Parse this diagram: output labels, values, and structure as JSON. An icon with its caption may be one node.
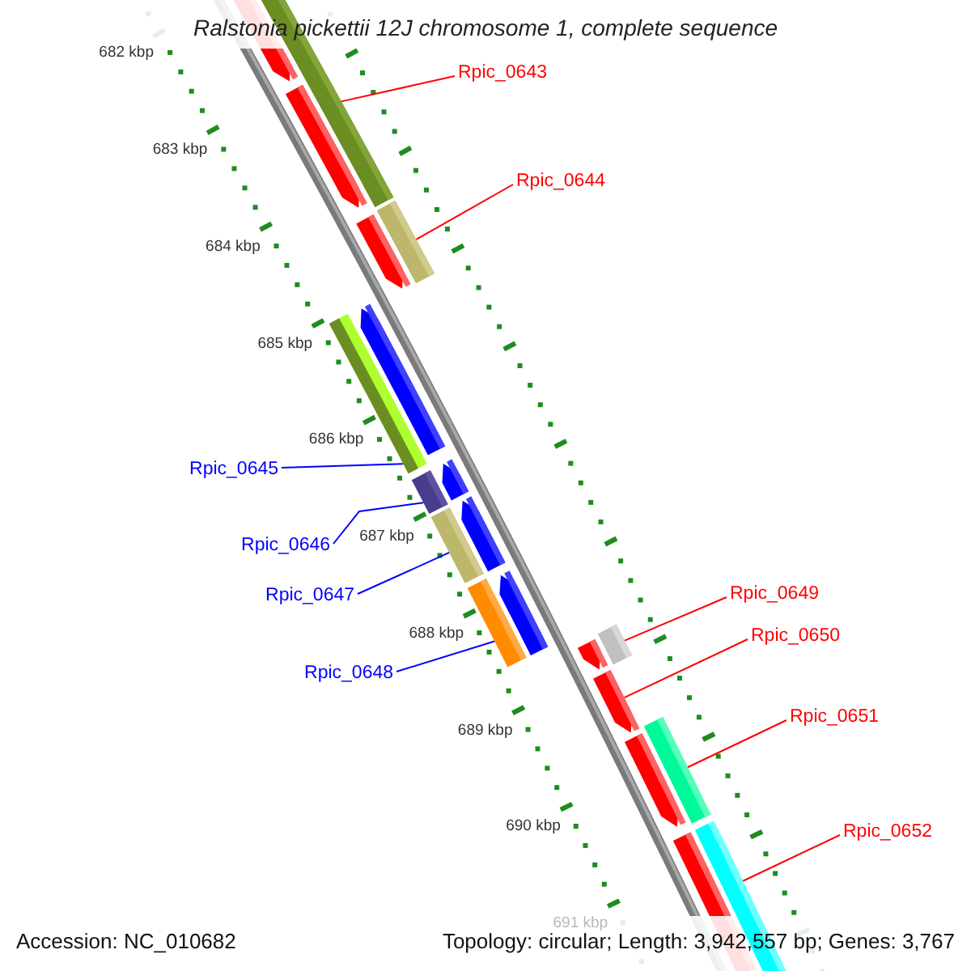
{
  "diagram": {
    "title": "Ralstonia pickettii 12J chromosome 1, complete sequence",
    "nodes": [
      {
        "text": [
          "Rpic_0643"
        ]
      },
      {
        "text": [
          "Rpic_0644"
        ]
      },
      {
        "text": [
          "Rpic_0645"
        ]
      },
      {
        "text": [
          "Rpic_0646"
        ]
      },
      {
        "text": [
          "Rpic_0647"
        ]
      },
      {
        "text": [
          "Rpic_0648"
        ]
      },
      {
        "text": [
          "Rpic_0649"
        ]
      },
      {
        "text": [
          "Rpic_0650"
        ]
      },
      {
        "text": [
          "Rpic_0651"
        ]
      },
      {
        "text": [
          "Rpic_0652"
        ]
      },
      {
        "text": [],
        "shape": "bar"
      },
      {
        "text": [],
        "shape": "bar"
      },
      {
        "text": [],
        "shape": "bar"
      },
      {
        "text": [],
        "shape": "bar"
      },
      {
        "text": [],
        "shape": "bar"
      },
      {
        "text": [],
        "shape": "bar"
      },
      {
        "text": [],
        "shape": "bar"
      },
      {
        "text": [],
        "shape": "bar"
      },
      {
        "text": [],
        "shape": "bar"
      },
      {
        "text": [],
        "shape": "bar"
      }
    ],
    "edges": [
      {
        "from": 0,
        "to": 10,
        "arrow": "none"
      },
      {
        "from": 1,
        "to": 11,
        "arrow": "none"
      },
      {
        "from": 2,
        "to": 12,
        "arrow": "none",
        "color": "#0000ff"
      },
      {
        "from": 3,
        "to": 13,
        "arrow": "none",
        "color": "#0000ff"
      },
      {
        "from": 4,
        "to": 14,
        "arrow": "none",
        "color": "#0000ff"
      },
      {
        "from": 5,
        "to": 15,
        "arrow": "none",
        "color": "#0000ff"
      },
      {
        "from": 6,
        "to": 16,
        "arrow": "none"
      },
      {
        "from": 7,
        "to": 17,
        "arrow": "none"
      },
      {
        "from": 8,
        "to": 18,
        "arrow": "none"
      },
      {
        "from": 9,
        "to": 19,
        "arrow": "none"
      }
    ],
    "labels": [
      "682 kbp",
      "683 kbp",
      "684 kbp",
      "685 kbp",
      "686 kbp",
      "687 kbp",
      "688 kbp",
      "689 kbp",
      "690 kbp",
      "691 kbp",
      "Accession: NC_010682",
      "Topology: circular; Length: 3,942,557 bp; Genes: 3,767"
    ]
  }
}
